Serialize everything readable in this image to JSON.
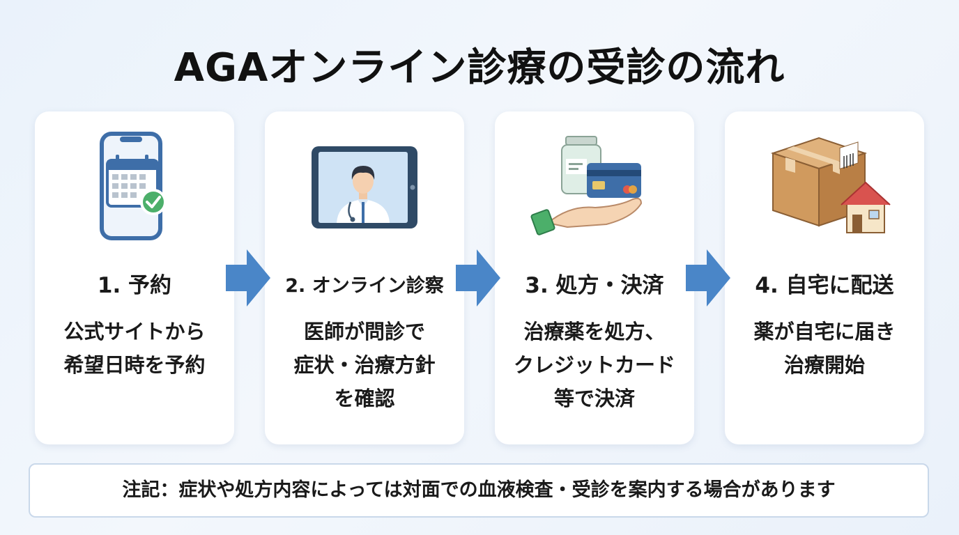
{
  "title": "AGAオンライン診療の受診の流れ",
  "steps": [
    {
      "title": "1. 予約",
      "icon": "calendar-phone-icon",
      "desc": [
        "公式サイトから",
        "希望日時を予約"
      ]
    },
    {
      "title": "2. オンライン診察",
      "icon": "doctor-tablet-icon",
      "desc": [
        "医師が問診で",
        "症状・治療方針",
        "を確認"
      ]
    },
    {
      "title": "3. 処方・決済",
      "icon": "medicine-card-hand-icon",
      "desc": [
        "治療薬を処方、",
        "クレジットカード",
        "等で決済"
      ]
    },
    {
      "title": "4. 自宅に配送",
      "icon": "package-house-icon",
      "desc": [
        "薬が自宅に届き",
        "治療開始"
      ]
    }
  ],
  "note": "注記：症状や処方内容によっては対面での血液検査・受診を案内する場合があります",
  "colors": {
    "arrow": "#4a86c8",
    "phone": "#3e6ea8",
    "check": "#4caf6a",
    "background": "#eaf2fb"
  }
}
